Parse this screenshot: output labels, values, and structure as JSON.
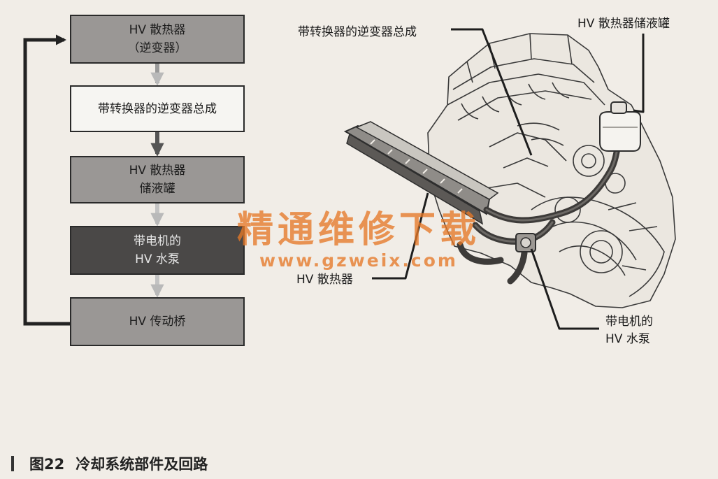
{
  "flowchart": {
    "boxes": [
      {
        "line1": "HV 散热器",
        "line2": "（逆变器）"
      },
      {
        "line1": "带转换器的逆变器总成",
        "line2": ""
      },
      {
        "line1": "HV 散热器",
        "line2": "储液罐"
      },
      {
        "line1": "带电机的",
        "line2": "HV 水泵"
      },
      {
        "line1": "HV 传动桥",
        "line2": ""
      }
    ]
  },
  "callouts": {
    "inverter_assembly": "带转换器的逆变器总成",
    "reservoir": "HV 散热器储液罐",
    "radiator": "HV 散热器",
    "pump_line1": "带电机的",
    "pump_line2": "HV 水泵"
  },
  "watermark": {
    "chinese": "精通维修下载",
    "url": "www.gzweix.com"
  },
  "caption": {
    "number": "图22",
    "title": "冷却系统部件及回路"
  },
  "colors": {
    "box_gray": "#9a9795",
    "box_light": "#f6f5f2",
    "box_dark": "#4a4847",
    "watermark": "#e6782a"
  }
}
